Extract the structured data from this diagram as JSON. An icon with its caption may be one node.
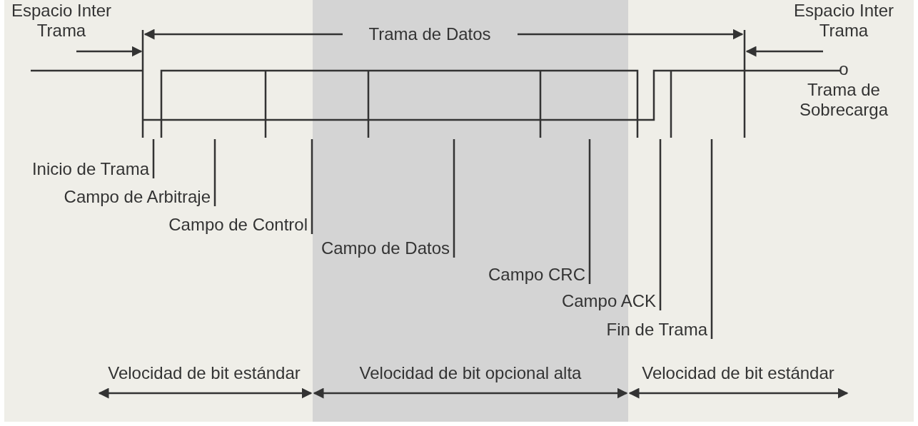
{
  "diagram": {
    "nodes": [
      {
        "text": [
          "Inicio de Trama"
        ]
      },
      {
        "text": [
          "Campo de Arbitraje"
        ]
      },
      {
        "text": [
          "Campo de Control"
        ]
      },
      {
        "text": [
          "Campo de Datos"
        ]
      },
      {
        "text": [
          "Campo CRC"
        ]
      },
      {
        "text": [
          "Campo ACK"
        ]
      },
      {
        "text": [
          "Fin de Trama"
        ]
      }
    ],
    "edges": [
      {
        "from": 0,
        "to": null,
        "arrow": "none"
      },
      {
        "from": 1,
        "to": null,
        "arrow": "none"
      },
      {
        "from": 2,
        "to": null,
        "arrow": "none"
      },
      {
        "from": 3,
        "to": null,
        "arrow": "none"
      },
      {
        "from": 4,
        "to": null,
        "arrow": "none"
      },
      {
        "from": 5,
        "to": null,
        "arrow": "none"
      },
      {
        "from": 6,
        "to": null,
        "arrow": "none"
      }
    ],
    "labels": [
      "Espacio Inter Trama",
      "Trama de Datos",
      "Espacio Inter Trama",
      "o",
      "Trama de Sobrecarga",
      "Velocidad de bit estándar",
      "Velocidad de bit opcional alta",
      "Velocidad de bit estándar"
    ]
  }
}
